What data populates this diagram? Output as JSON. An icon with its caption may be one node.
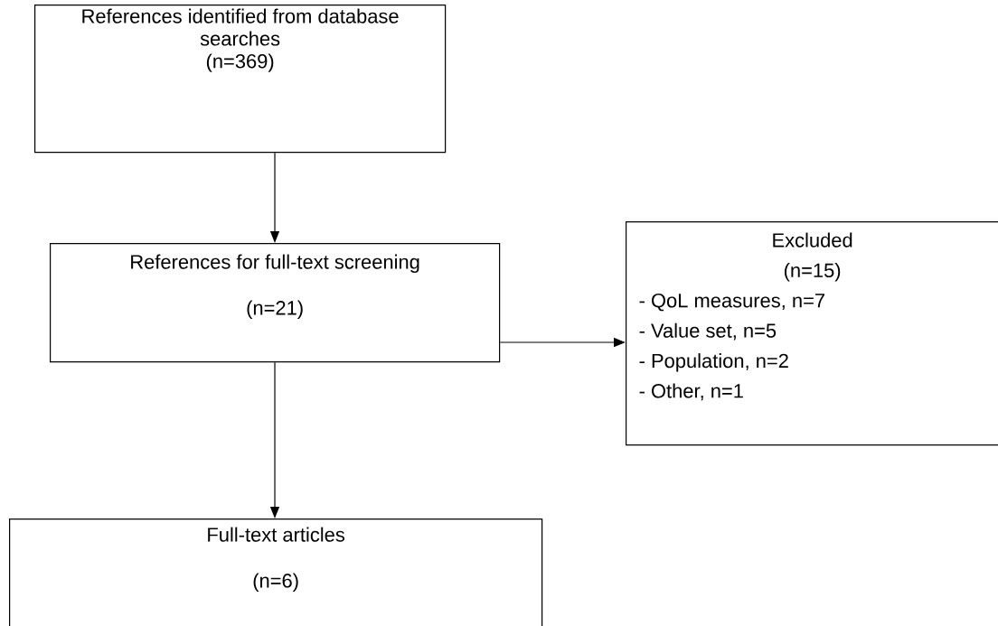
{
  "diagram": {
    "nodes": [
      {
        "text": [
          "References identified from database searches",
          "(n=369)"
        ]
      },
      {
        "text": [
          "References for full-text screening",
          "(n=21)"
        ]
      },
      {
        "text": [
          "Excluded",
          "(n=15)",
          "- QoL measures, n=7",
          "- Value set, n=5",
          "- Population, n=2",
          "- Other, n=1"
        ]
      },
      {
        "text": [
          "Full-text articles",
          "(n=6)"
        ]
      }
    ],
    "edges": [
      {
        "from": 0,
        "to": 1,
        "arrow": "to"
      },
      {
        "from": 1,
        "to": 2,
        "arrow": "to"
      },
      {
        "from": 1,
        "to": 3,
        "arrow": "to"
      }
    ]
  }
}
